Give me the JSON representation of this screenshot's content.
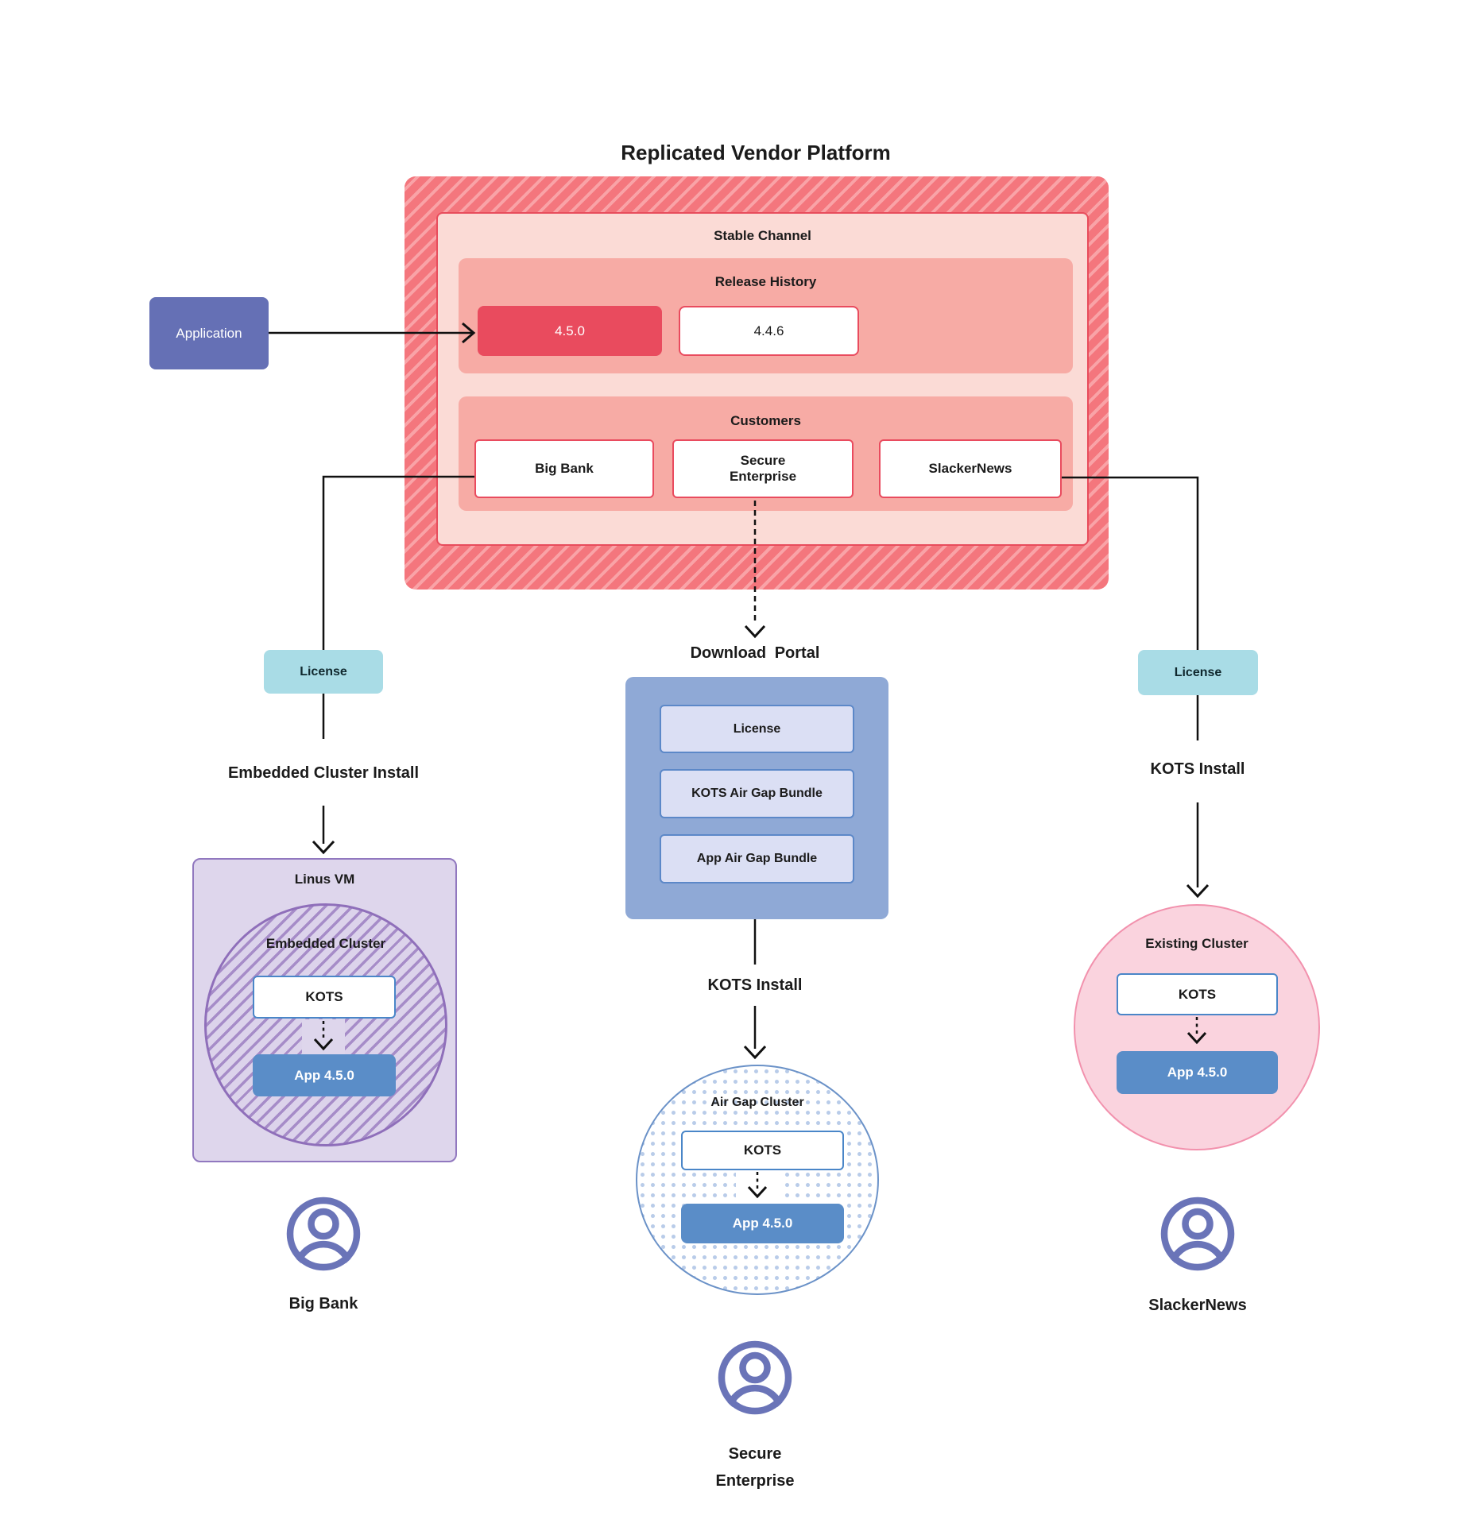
{
  "title": "Replicated Vendor Platform",
  "colors": {
    "platform_hatch_base": "#f4767d",
    "platform_hatch_stripe": "#f9a3a7",
    "stable_channel_fill": "#fbdbd6",
    "stable_channel_border": "#e84c5c",
    "section_fill": "#f7aba5",
    "release_current_fill": "#e94b5e",
    "application_fill": "#6570b5",
    "license_fill": "#a9dce6",
    "portal_fill": "#8fa9d6",
    "portal_item_fill": "#dbdff4",
    "portal_item_border": "#5c88c8",
    "kots_border": "#4a86c8",
    "app_version_fill": "#5a8dc8",
    "vm_fill": "#ded6ec",
    "vm_border": "#9178bf",
    "cluster_stripe": "#a68cc8",
    "air_gap_border": "#6b92c8",
    "air_gap_dot": "#b9cce9",
    "existing_fill": "#fad3de",
    "existing_border": "#f291ad",
    "person_icon": "#6a74b8"
  },
  "application": {
    "label": "Application"
  },
  "platform": {
    "stable_channel_label": "Stable Channel",
    "release_history_label": "Release History",
    "releases": [
      {
        "version": "4.5.0",
        "current": true
      },
      {
        "version": "4.4.6",
        "current": false
      }
    ],
    "customers_label": "Customers",
    "customers": [
      {
        "name": "Big Bank"
      },
      {
        "name": "Secure Enterprise"
      },
      {
        "name": "SlackerNews"
      }
    ]
  },
  "flows": {
    "big_bank": {
      "license_label": "License",
      "install_label": "Embedded Cluster Install",
      "vm_label": "Linus VM",
      "cluster_label": "Embedded Cluster",
      "kots_label": "KOTS",
      "app_label": "App 4.5.0",
      "user_label": "Big Bank"
    },
    "secure_enterprise": {
      "portal_title": "Download Portal",
      "portal_items": [
        "License",
        "KOTS Air Gap Bundle",
        "App Air Gap Bundle"
      ],
      "install_label": "KOTS Install",
      "cluster_label": "Air Gap Cluster",
      "kots_label": "KOTS",
      "app_label": "App 4.5.0",
      "user_label": "Secure Enterprise"
    },
    "slackernews": {
      "license_label": "License",
      "install_label": "KOTS Install",
      "cluster_label": "Existing Cluster",
      "kots_label": "KOTS",
      "app_label": "App 4.5.0",
      "user_label": "SlackerNews"
    }
  }
}
